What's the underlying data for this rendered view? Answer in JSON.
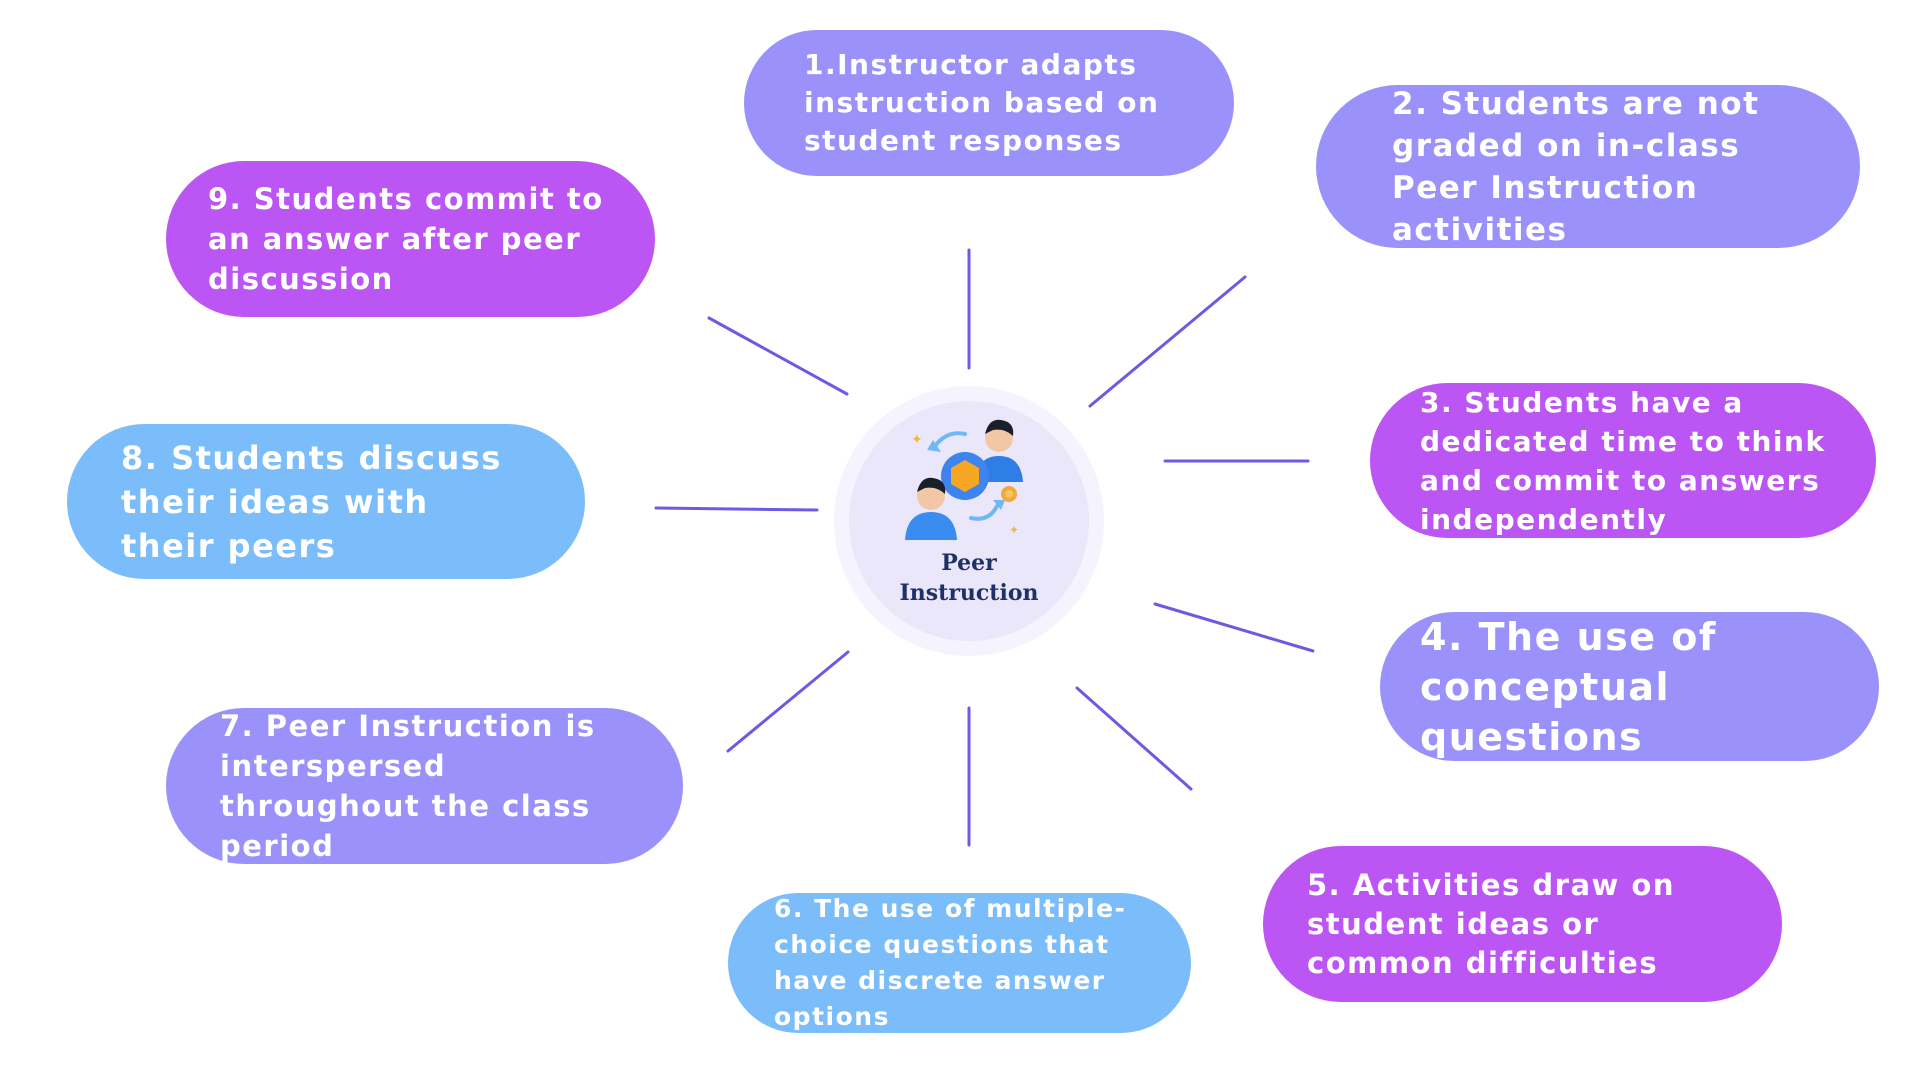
{
  "hub": {
    "label_line1": "Peer",
    "label_line2": "Instruction"
  },
  "nodes": [
    {
      "id": "n1",
      "text": "1.Instructor adapts instruction based on student responses"
    },
    {
      "id": "n2",
      "text": "2. Students are not graded on in-class Peer Instruction activities"
    },
    {
      "id": "n3",
      "text": "3. Students have a dedicated time to think and commit to answers independently"
    },
    {
      "id": "n4",
      "text": "4. The use of conceptual questions"
    },
    {
      "id": "n5",
      "text": "5. Activities draw on student ideas or common difficulties"
    },
    {
      "id": "n6",
      "text": "6. The use of multiple-choice questions that have discrete answer options"
    },
    {
      "id": "n7",
      "text": "7. Peer Instruction is interspersed throughout the class period"
    },
    {
      "id": "n8",
      "text": "8. Students discuss their ideas with their peers"
    },
    {
      "id": "n9",
      "text": "9. Students commit to an answer after peer discussion"
    }
  ],
  "colors": {
    "lavender": "#9a91fb",
    "purple": "#bb55f3",
    "blue": "#7bbcfa",
    "spoke": "#6b5be3",
    "hub_text": "#1e3266"
  }
}
